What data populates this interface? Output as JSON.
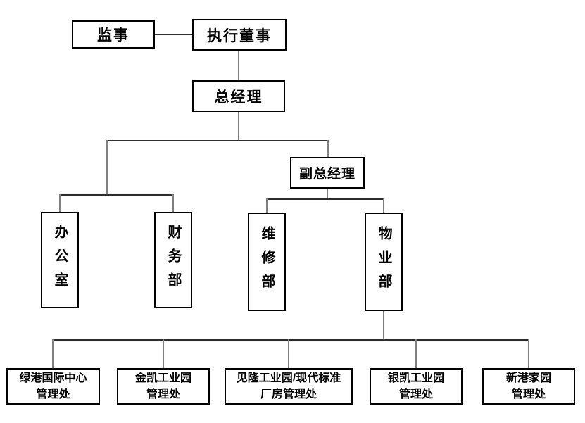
{
  "org_chart": {
    "nodes": {
      "supervisor": {
        "label": "监事"
      },
      "executive_director": {
        "label": "执行董事"
      },
      "general_manager": {
        "label": "总经理"
      },
      "deputy_general_manager": {
        "label": "副总经理"
      },
      "office": {
        "label": "办公室"
      },
      "finance_dept": {
        "label": "财务部"
      },
      "maintenance_dept": {
        "label": "维修部"
      },
      "property_dept": {
        "label": "物业部"
      },
      "lvgang_office": {
        "line1": "绿港国际中心",
        "line2": "管理处"
      },
      "jinkai_office": {
        "line1": "金凯工业园",
        "line2": "管理处"
      },
      "jianlong_office": {
        "line1": "见隆工业园/现代标准",
        "line2": "厂房管理处"
      },
      "yinkai_office": {
        "line1": "银凯工业园",
        "line2": "管理处"
      },
      "xingang_office": {
        "line1": "新港家园",
        "line2": "管理处"
      }
    },
    "edges": [
      [
        "supervisor",
        "executive_director"
      ],
      [
        "executive_director",
        "general_manager"
      ],
      [
        "general_manager",
        "office"
      ],
      [
        "general_manager",
        "finance_dept"
      ],
      [
        "general_manager",
        "deputy_general_manager"
      ],
      [
        "deputy_general_manager",
        "maintenance_dept"
      ],
      [
        "deputy_general_manager",
        "property_dept"
      ],
      [
        "property_dept",
        "lvgang_office"
      ],
      [
        "property_dept",
        "jinkai_office"
      ],
      [
        "property_dept",
        "jianlong_office"
      ],
      [
        "property_dept",
        "yinkai_office"
      ],
      [
        "property_dept",
        "xingang_office"
      ]
    ],
    "colors": {
      "background": "#ffffff",
      "box_border": "#000000",
      "text": "#000000",
      "connector_horizontal": "#2e2e2e",
      "connector_vertical": "#7f7f7f"
    }
  }
}
